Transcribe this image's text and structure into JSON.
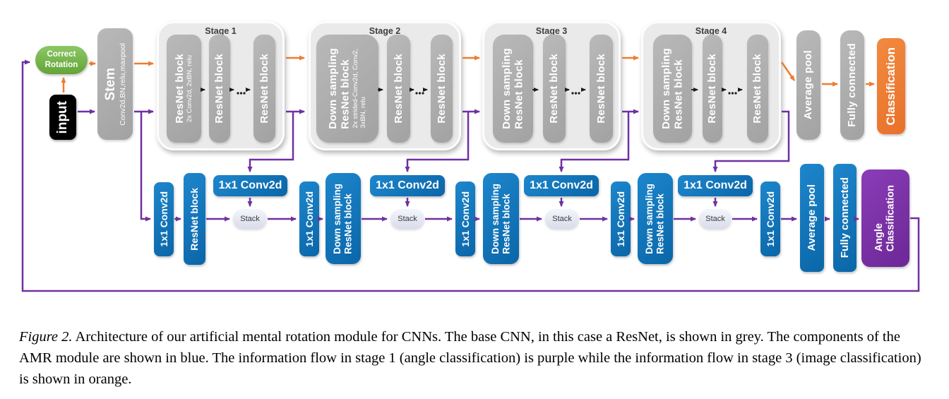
{
  "colors": {
    "orange": "#ED7D31",
    "purple": "#7030A0",
    "blue": "#0E76BC",
    "green": "#70AD47",
    "grey": "#A8A8A8"
  },
  "base_cnn": {
    "correct_rotation": "Correct\nRotation",
    "input_label": "input",
    "stem_title": "Stem",
    "stem_subtitle": "Conv2d,BN,relu,maxpool",
    "stages": [
      {
        "label": "Stage 1",
        "blocks": [
          {
            "title": "ResNet block",
            "subtitle": "2x Conv2d, 2xBN, relu"
          },
          {
            "title": "ResNet block"
          },
          {
            "title": "ResNet block"
          }
        ]
      },
      {
        "label": "Stage 2",
        "blocks": [
          {
            "title": "Down sampling\nResNet block",
            "subtitle": "2x strided-Conv2d, Conv2,\n3xBN, relu"
          },
          {
            "title": "ResNet block"
          },
          {
            "title": "ResNet block"
          }
        ]
      },
      {
        "label": "Stage 3",
        "blocks": [
          {
            "title": "Down sampling\nResNet block"
          },
          {
            "title": "ResNet block"
          },
          {
            "title": "ResNet block"
          }
        ]
      },
      {
        "label": "Stage 4",
        "blocks": [
          {
            "title": "Down sampling\nResNet block"
          },
          {
            "title": "ResNet block"
          },
          {
            "title": "ResNet block"
          }
        ]
      }
    ],
    "average_pool": "Average pool",
    "fully_connected": "Fully connected",
    "classification": "Classification"
  },
  "amr_module": {
    "conv_vertical": [
      "1x1 Conv2d",
      "1x1 Conv2d",
      "1x1 Conv2d",
      "1x1 Conv2d",
      "1x1 Conv2d"
    ],
    "resnet_block": "ResNet block",
    "down_sampling_blocks": [
      "Down sampling\nResNet block",
      "Down sampling\nResNet block",
      "Down sampling\nResNet block"
    ],
    "conv_horizontal": [
      "1x1 Conv2d",
      "1x1 Conv2d",
      "1x1 Conv2d",
      "1x1 Conv2d"
    ],
    "stacks": [
      "Stack",
      "Stack",
      "Stack",
      "Stack"
    ],
    "average_pool": "Average pool",
    "fully_connected": "Fully connected",
    "angle_classification": "Angle\nClassification"
  },
  "figure": {
    "caption_label": "Figure 2.",
    "caption_text": " Architecture of our artificial mental rotation module for CNNs. The base CNN, in this case a ResNet, is shown in grey. The components of the AMR module are shown in blue. The information flow in stage 1 (angle classification) is purple while the information flow in stage 3 (image classification) is shown in orange."
  }
}
